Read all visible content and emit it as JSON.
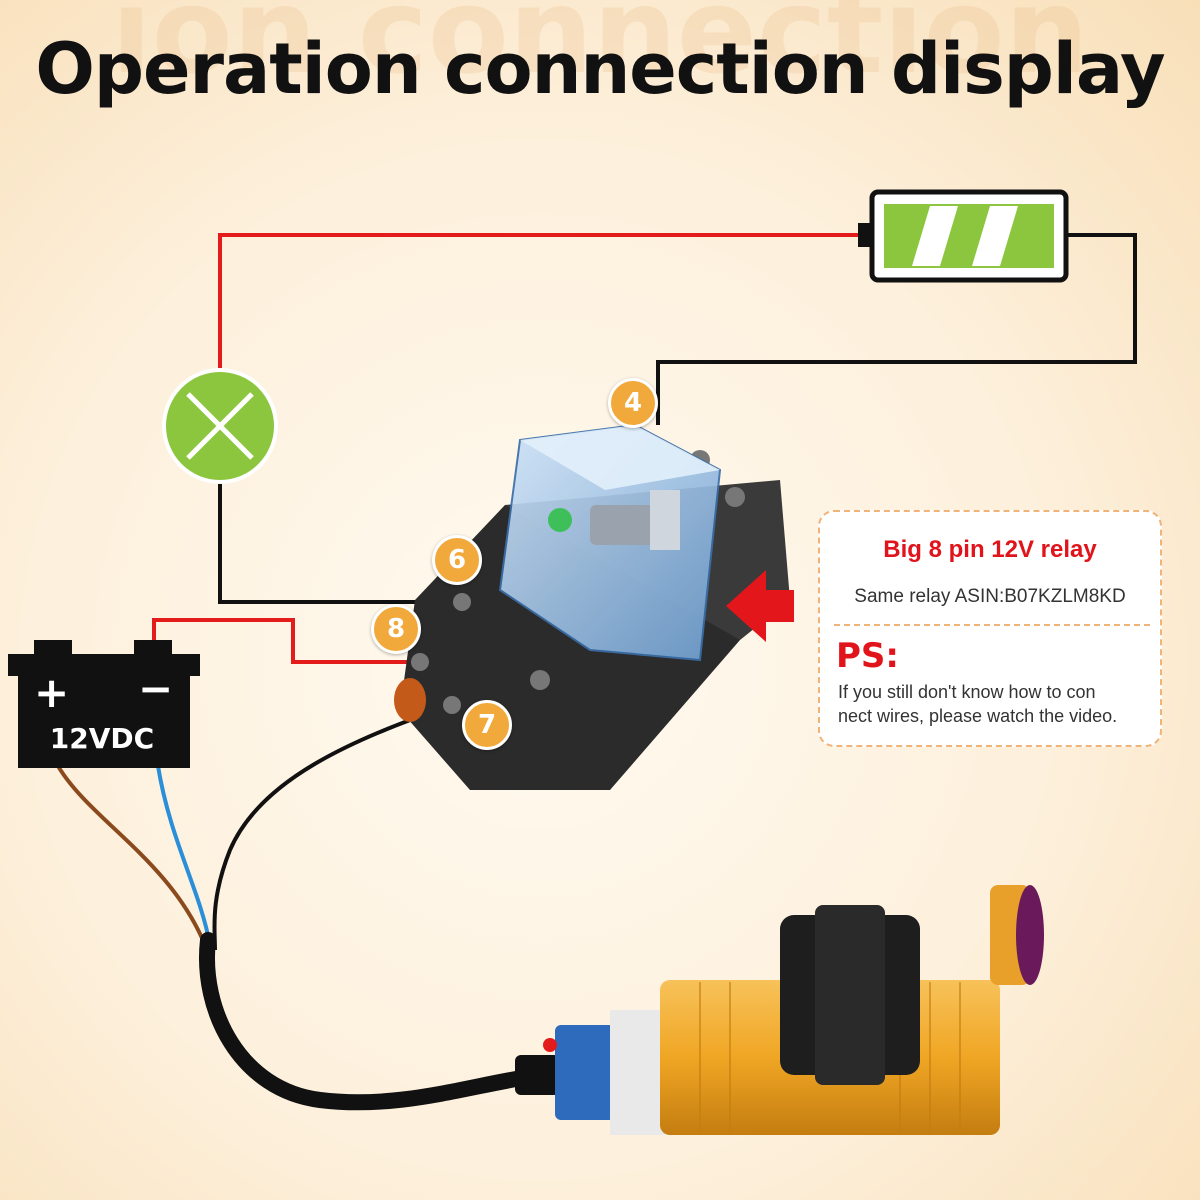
{
  "title": "Operation connection display",
  "background_watermark": "ion connection",
  "pins": {
    "pin4": "4",
    "pin6": "6",
    "pin8": "8",
    "pin7": "7"
  },
  "power_supply": {
    "label": "12VDC",
    "plus": "+",
    "minus": "−"
  },
  "callout": {
    "heading": "Big 8 pin 12V relay",
    "subheading": "Same relay ASIN:B07KZLM8KD",
    "ps_label": "PS:",
    "note_line1": "If you still don't know how to con",
    "note_line2": "nect wires, please watch the video."
  },
  "colors": {
    "wire_red": "#e31b1b",
    "wire_black": "#111111",
    "wire_brown": "#8b4a1d",
    "wire_blue": "#2a8fd8",
    "battery_green": "#8cc63f",
    "lamp_green": "#8cc63f",
    "pin_badge": "#f2a93b",
    "callout_red": "#e0141a",
    "arrow_red": "#e3161c"
  }
}
